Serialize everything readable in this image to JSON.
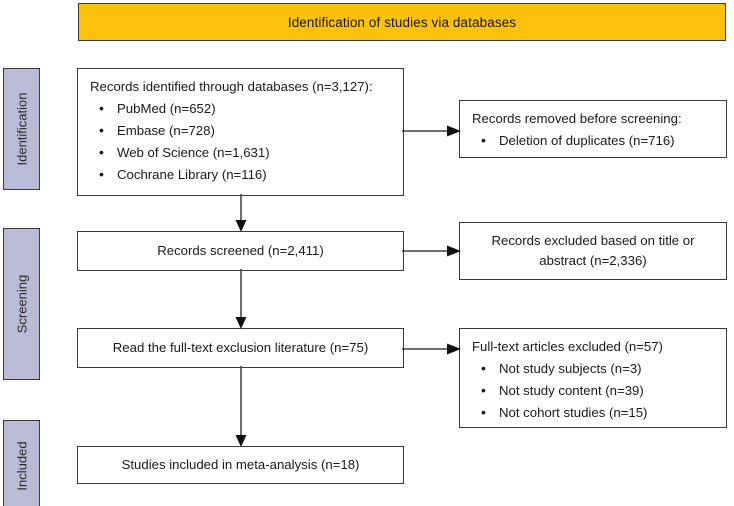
{
  "banner": {
    "title": "Identification of studies via databases",
    "color": "#fbc10d"
  },
  "stages": {
    "color": "#b9bbd7",
    "items": [
      {
        "id": "identification",
        "label": "Identification"
      },
      {
        "id": "screening",
        "label": "Screening"
      },
      {
        "id": "included",
        "label": "Included"
      }
    ]
  },
  "boxes": {
    "identified": {
      "lead": "Records identified through databases (n=3,127):",
      "bullets": [
        "PubMed (n=652)",
        "Embase (n=728)",
        "Web of Science (n=1,631)",
        "Cochrane Library (n=116)"
      ]
    },
    "removed": {
      "lead": "Records removed before screening:",
      "bullets": [
        "Deletion of duplicates (n=716)"
      ]
    },
    "screened": {
      "text": "Records screened (n=2,411)"
    },
    "excluded_title_abstract": {
      "line1": "Records excluded based on title or",
      "line2": "abstract (n=2,336)"
    },
    "fulltext_read": {
      "text": "Read the full-text exclusion literature (n=75)"
    },
    "excluded_fulltext": {
      "lead": "Full-text articles excluded (n=57)",
      "bullets": [
        "Not study subjects (n=3)",
        "Not study content (n=39)",
        "Not cohort studies (n=15)"
      ]
    },
    "included": {
      "text": "Studies included in meta-analysis (n=18)"
    }
  },
  "connectors": [
    {
      "id": "v1",
      "from": "identified",
      "to": "screened",
      "direction": "down"
    },
    {
      "id": "v2",
      "from": "screened",
      "to": "fulltext_read",
      "direction": "down"
    },
    {
      "id": "v3",
      "from": "fulltext_read",
      "to": "included",
      "direction": "down"
    },
    {
      "id": "h1",
      "from": "identified",
      "to": "removed",
      "direction": "right"
    },
    {
      "id": "h2",
      "from": "screened",
      "to": "excluded_title_abstract",
      "direction": "right"
    },
    {
      "id": "h3",
      "from": "fulltext_read",
      "to": "excluded_fulltext",
      "direction": "right"
    }
  ]
}
